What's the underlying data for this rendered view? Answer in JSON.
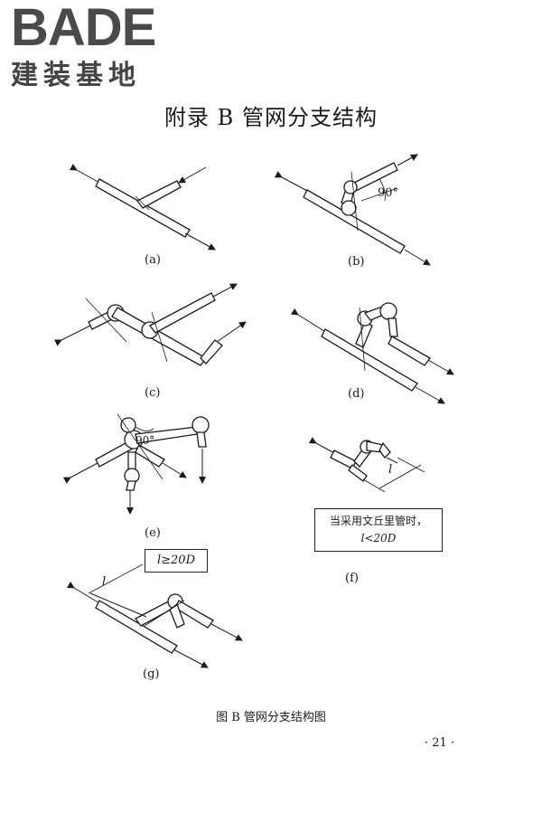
{
  "logo": {
    "word": "BADE",
    "cn": "建装基地"
  },
  "title": "附录 B   管网分支结构",
  "figures": {
    "a": "(a)",
    "b": "(b)",
    "c": "(c)",
    "d": "(d)",
    "e": "(e)",
    "f": "(f)",
    "g": "(g)"
  },
  "annotations": {
    "angle_b": "90°",
    "angle_e": "90°",
    "dim_f": "l",
    "dim_g": "l",
    "box_g": "l≥20D",
    "note_f_line1": "当采用文丘里管时，",
    "note_f_line2": "l<20D"
  },
  "caption": "图 B   管网分支结构图",
  "page_number": "· 21 ·"
}
